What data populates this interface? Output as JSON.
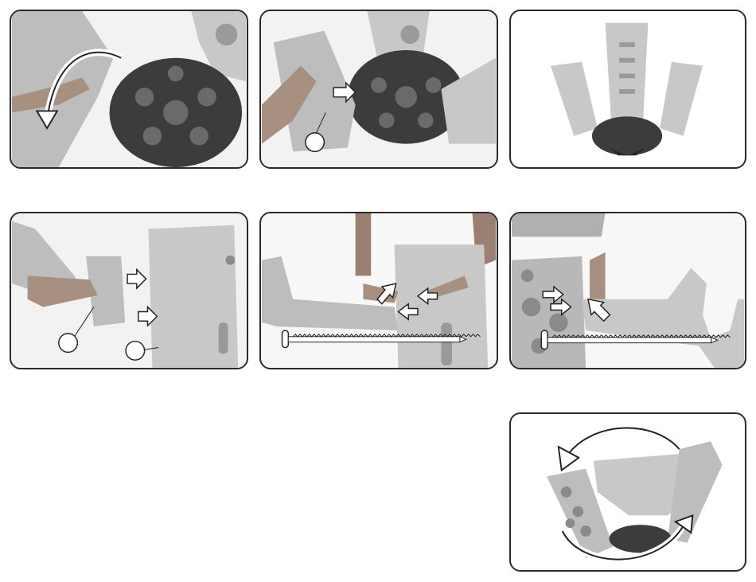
{
  "steps": [
    {
      "id": "step-rotate-leg",
      "icons": [
        "curved-arrow-icon"
      ]
    },
    {
      "id": "step-insert-leg",
      "icons": [
        "arrow-icon",
        "callout-circle-icon"
      ]
    },
    {
      "id": "step-legs-assembled",
      "icons": []
    },
    {
      "id": "step-attach-part",
      "icons": [
        "arrow-icon",
        "callout-circle-icon"
      ]
    },
    {
      "id": "step-screw-left",
      "icons": [
        "arrow-icon",
        "screw-icon"
      ]
    },
    {
      "id": "step-screw-right",
      "icons": [
        "arrow-icon",
        "screw-icon"
      ]
    },
    {
      "id": "step-flip-assembly",
      "icons": [
        "curved-arrow-icon"
      ]
    }
  ],
  "colors": {
    "border": "#2a2a2a",
    "background": "#ffffff",
    "plastic": "#c8c8c8",
    "base": "#3c3c3c",
    "skin": "#a89080"
  }
}
